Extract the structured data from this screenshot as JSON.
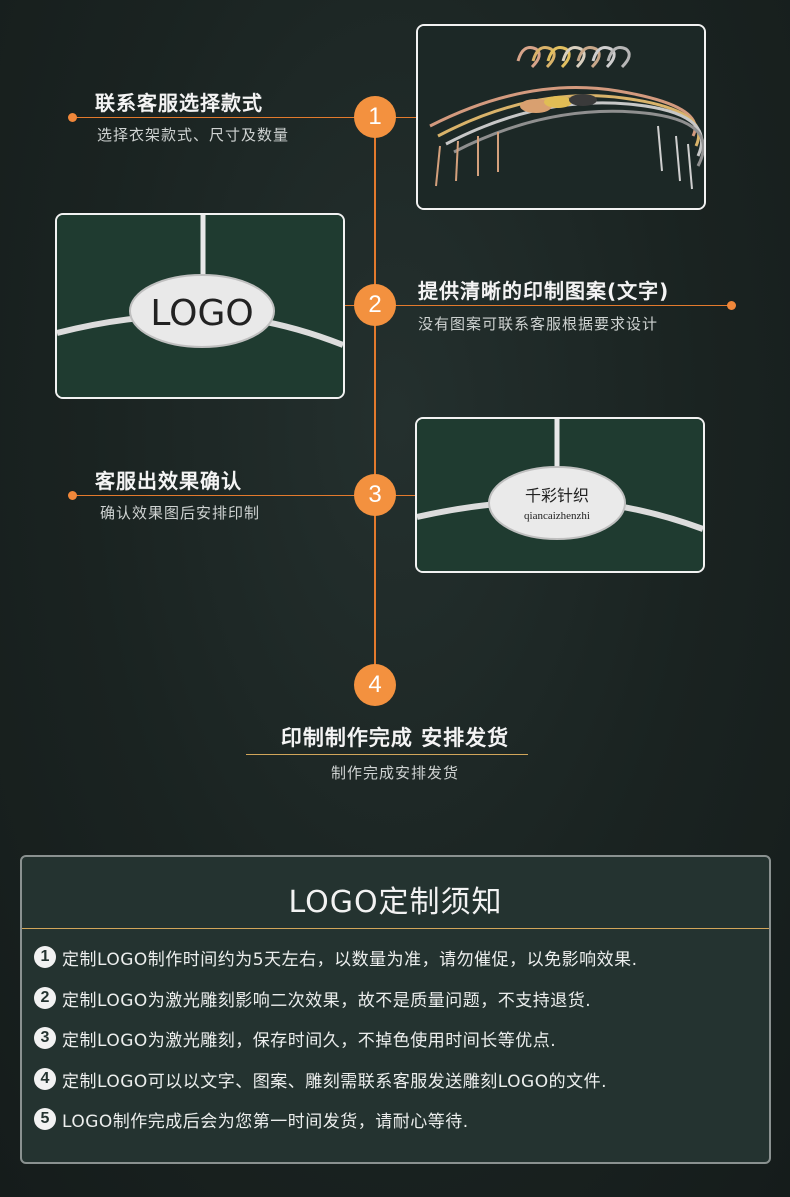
{
  "steps": [
    {
      "num": "1",
      "title": "联系客服选择款式",
      "subtitle": "选择衣架款式、尺寸及数量"
    },
    {
      "num": "2",
      "title": "提供清晰的印制图案(文字)",
      "subtitle": "没有图案可联系客服根据要求设计"
    },
    {
      "num": "3",
      "title": "客服出效果确认",
      "subtitle": "确认效果图后安排印制"
    },
    {
      "num": "4",
      "title": "印制制作完成 安排发货",
      "subtitle": "制作完成安排发货"
    }
  ],
  "photos": {
    "logo_tag_text": "LOGO",
    "brand_tag_text": "千彩针织",
    "brand_tag_pinyin": "qiancaizhenzhi"
  },
  "notice": {
    "title": "LOGO定制须知",
    "items": [
      {
        "num": "1",
        "text": "定制LOGO制作时间约为5天左右，以数量为准，请勿催促，以免影响效果."
      },
      {
        "num": "2",
        "text": "定制LOGO为激光雕刻影响二次效果，故不是质量问题，不支持退货."
      },
      {
        "num": "3",
        "text": "定制LOGO为激光雕刻，保存时间久，不掉色使用时间长等优点."
      },
      {
        "num": "4",
        "text": "定制LOGO可以以文字、图案、雕刻需联系客服发送雕刻LOGO的文件."
      },
      {
        "num": "5",
        "text": "LOGO制作完成后会为您第一时间发货，请耐心等待."
      }
    ]
  },
  "colors": {
    "accent": "#f3913f",
    "line": "#e37a2d",
    "gold": "#d1a55a",
    "background": "#1a2321"
  }
}
